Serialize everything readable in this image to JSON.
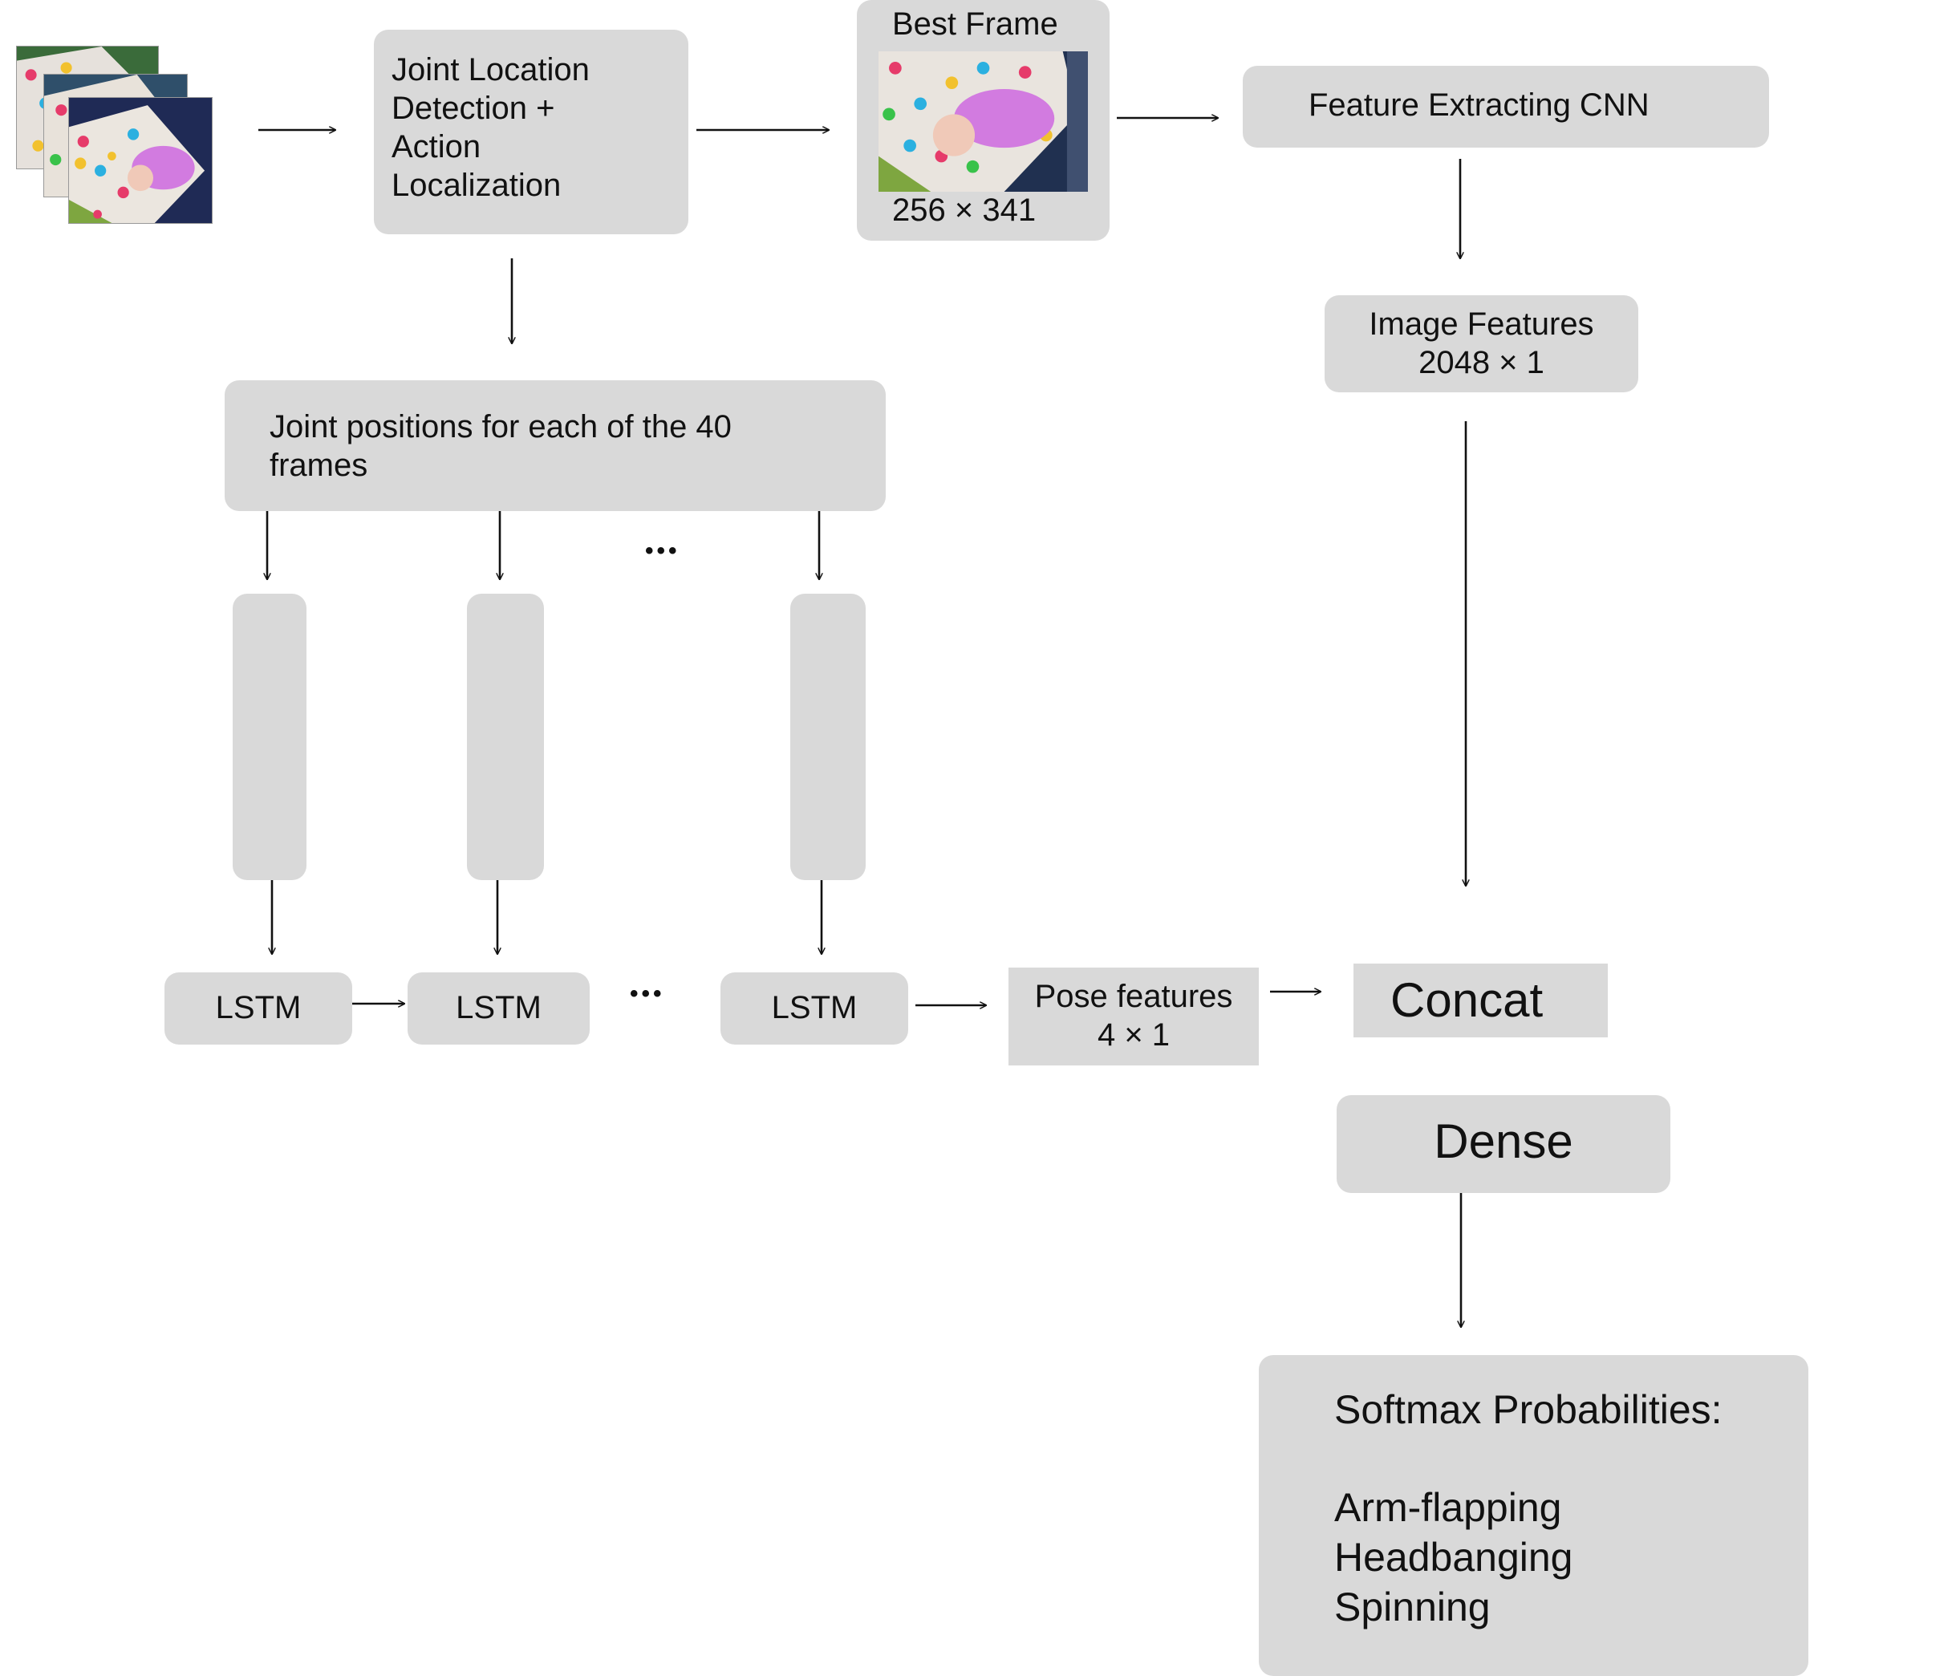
{
  "input_frames": {
    "count": 3
  },
  "joint_detection": {
    "label": "Joint Location\nDetection +\nAction\nLocalization"
  },
  "best_frame": {
    "title": "Best Frame",
    "size": "256 × 341"
  },
  "feature_cnn": {
    "label": "Feature Extracting CNN"
  },
  "image_features": {
    "label": "Image Features\n2048 × 1"
  },
  "joint_positions": {
    "label": "Joint positions for each of the 40\nframes"
  },
  "ellipsis": "•••",
  "lstm": {
    "labels": [
      "LSTM",
      "LSTM",
      "LSTM"
    ]
  },
  "pose_features": {
    "label": "Pose features\n4 × 1"
  },
  "concat": {
    "label": "Concat"
  },
  "dense": {
    "label": "Dense"
  },
  "softmax": {
    "title": "Softmax Probabilities:",
    "classes": [
      "Arm-flapping",
      "Headbanging",
      "Spinning"
    ]
  },
  "colors": {
    "box_fill": "#d9d9d9",
    "arrow": "#111111",
    "background": "#ffffff"
  }
}
